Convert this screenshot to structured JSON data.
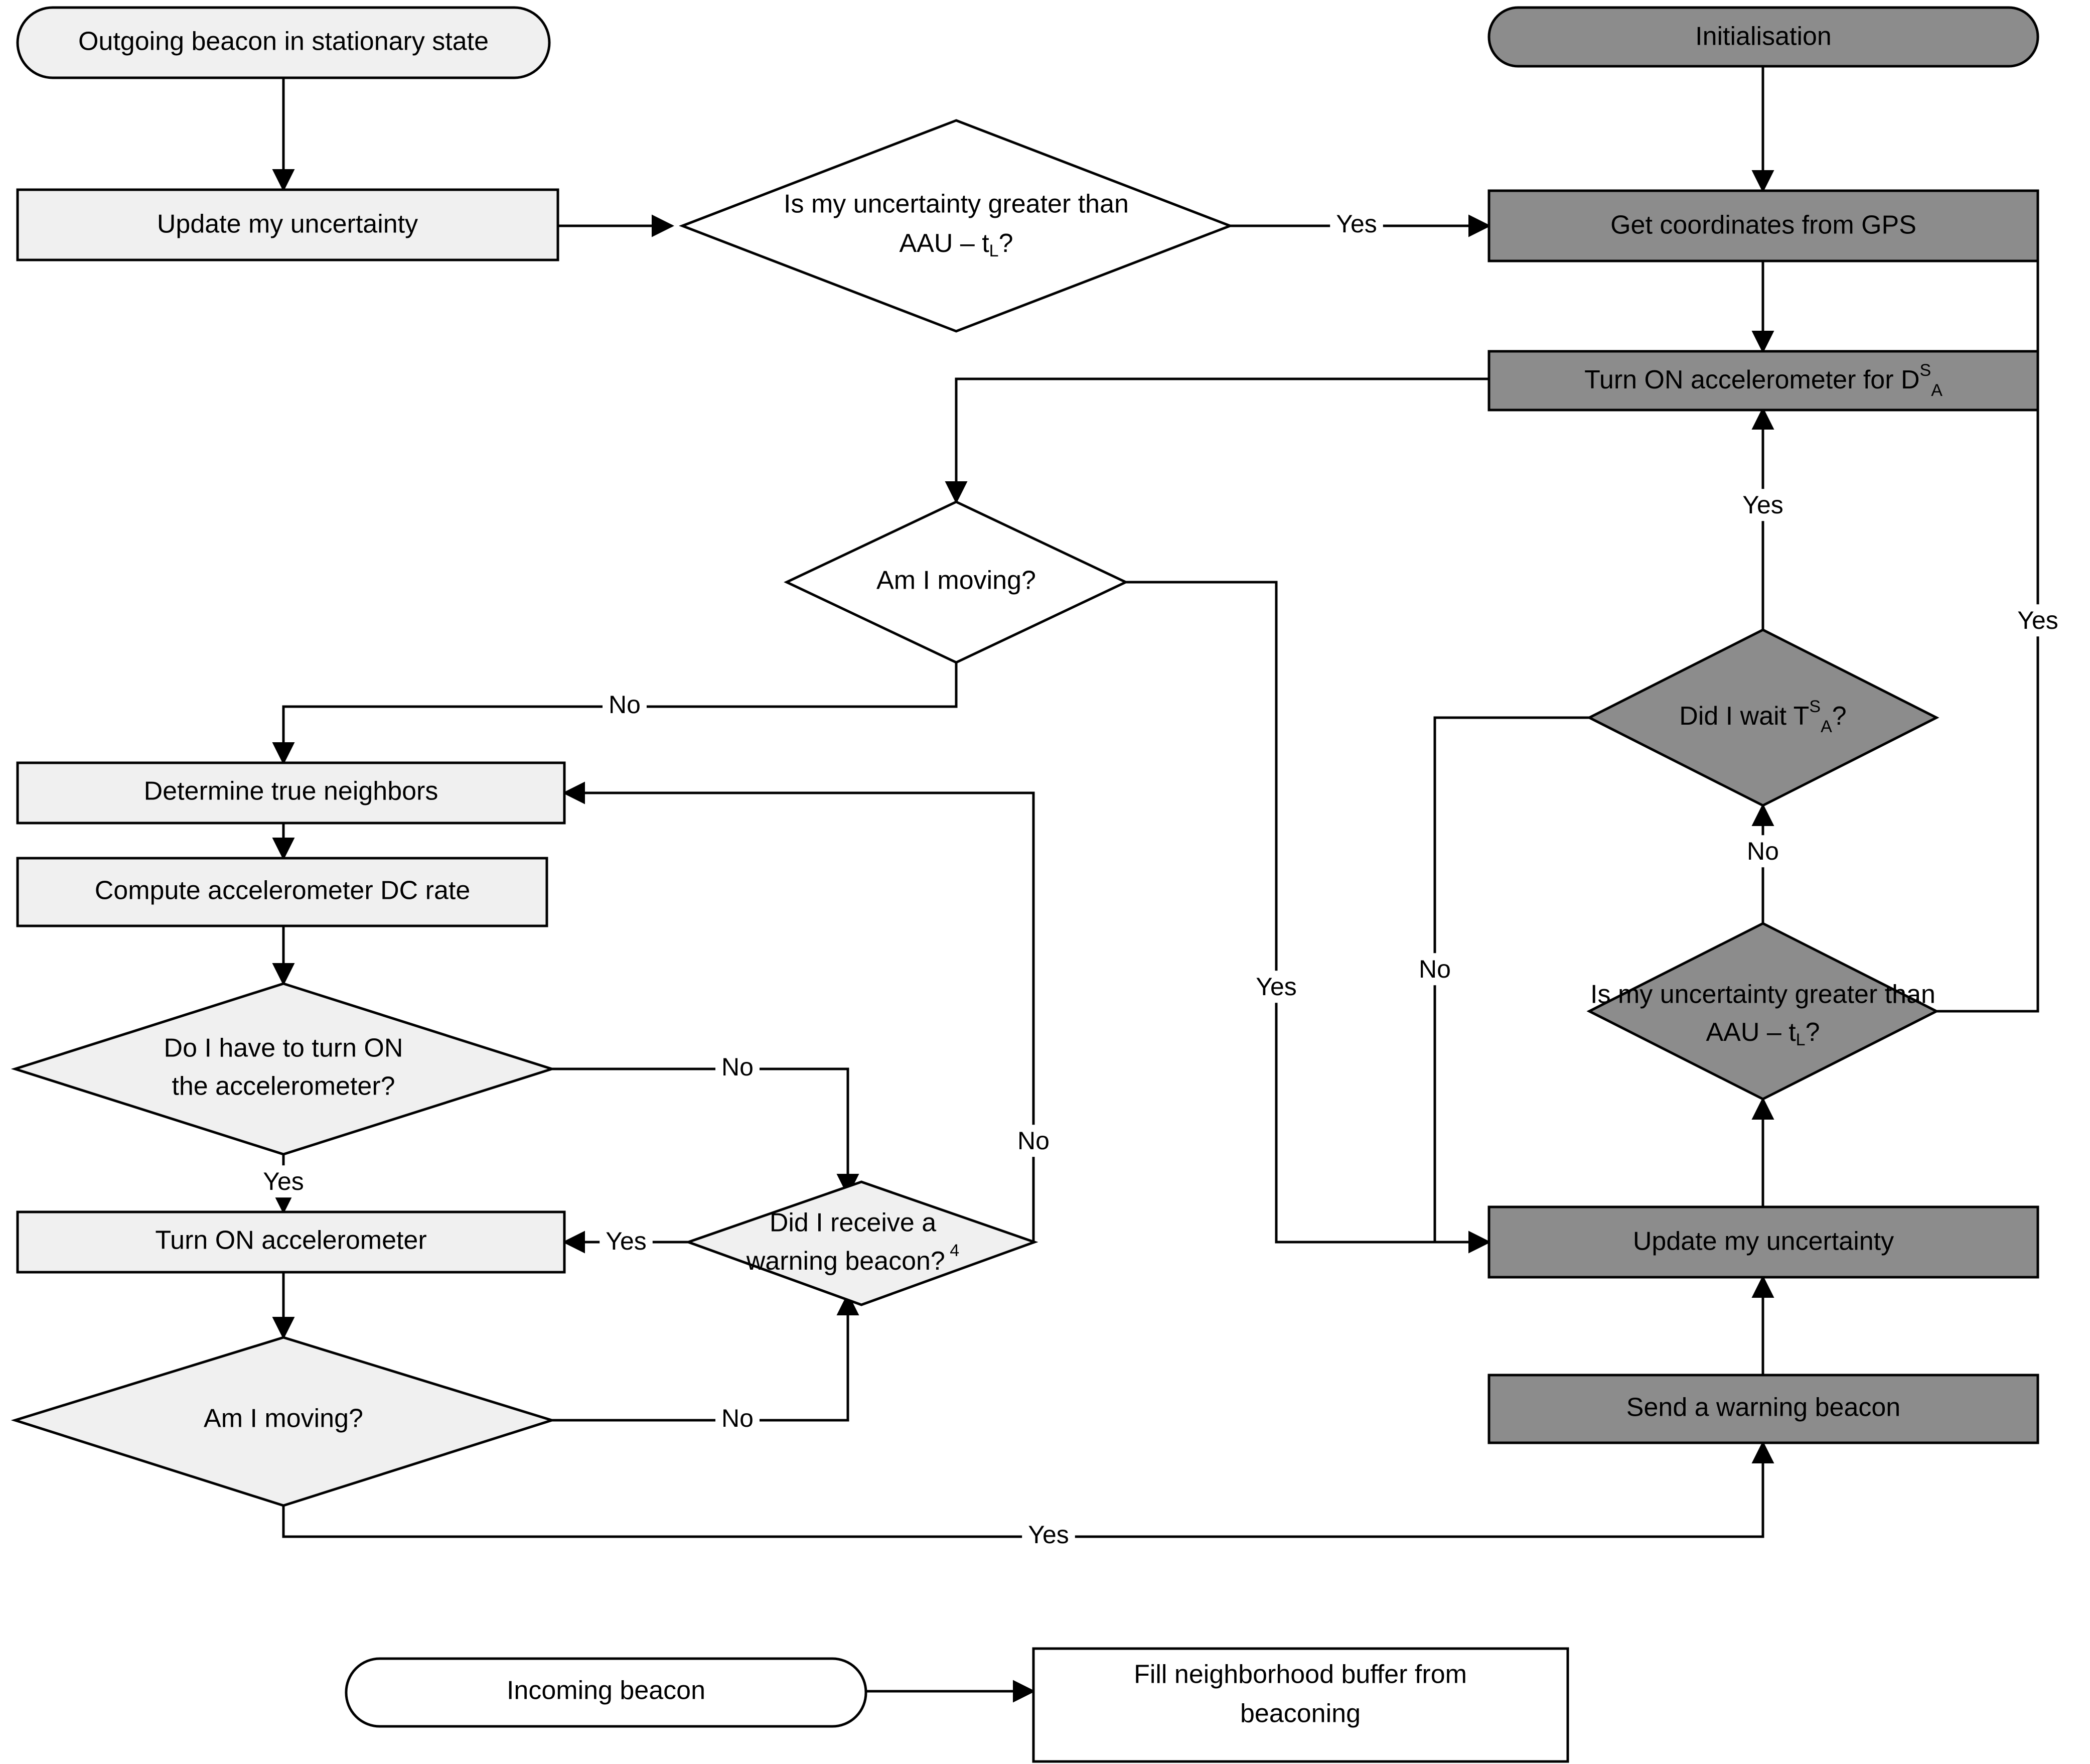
{
  "diagram": {
    "title": "Beaconing and accelerometer duty-cycle flowchart",
    "colors": {
      "light_fill": "#f0f0f0",
      "dark_fill": "#8c8c8c",
      "white_fill": "#ffffff",
      "stroke": "#000000"
    },
    "nodes": [
      {
        "id": "outgoing_beacon",
        "label": "Outgoing beacon in stationary state",
        "shape": "rounded",
        "fill": "light"
      },
      {
        "id": "update_uncertainty_l",
        "label": "Update my uncertainty",
        "shape": "rect",
        "fill": "light"
      },
      {
        "id": "uncert_decision_l",
        "label": "Is my uncertainty greater than",
        "label2": "AAU – t",
        "sub2": "L",
        "tail2": "?",
        "shape": "diamond",
        "fill": "white"
      },
      {
        "id": "initialisation",
        "label": "Initialisation",
        "shape": "rounded",
        "fill": "dark"
      },
      {
        "id": "get_gps",
        "label": "Get coordinates from GPS",
        "shape": "rect",
        "fill": "dark"
      },
      {
        "id": "turn_on_accel_d",
        "label": "Turn ON accelerometer for D",
        "sup": "S",
        "sub": "A",
        "shape": "rect",
        "fill": "dark"
      },
      {
        "id": "am_i_moving_top",
        "label": "Am I moving?",
        "shape": "diamond",
        "fill": "white"
      },
      {
        "id": "did_i_wait",
        "label": "Did I wait T",
        "sup": "S",
        "sub": "A",
        "tail": "?",
        "shape": "diamond",
        "fill": "dark"
      },
      {
        "id": "uncert_decision_r",
        "label": "Is my uncertainty greater than",
        "label2": "AAU – t",
        "sub2": "L",
        "tail2": "?",
        "shape": "diamond",
        "fill": "dark"
      },
      {
        "id": "determine_neighbors",
        "label": "Determine true neighbors",
        "shape": "rect",
        "fill": "light"
      },
      {
        "id": "compute_dc_rate",
        "label": "Compute accelerometer DC rate",
        "shape": "rect",
        "fill": "light"
      },
      {
        "id": "turn_on_q",
        "label": "Do I have to turn ON",
        "label2": "the accelerometer?",
        "shape": "diamond",
        "fill": "light"
      },
      {
        "id": "turn_on_accel",
        "label": "Turn ON accelerometer",
        "shape": "rect",
        "fill": "light"
      },
      {
        "id": "warning_beacon_q",
        "label": "Did I receive a",
        "label2": "warning beacon?",
        "sup2": "4",
        "shape": "diamond",
        "fill": "light"
      },
      {
        "id": "am_i_moving_bottom",
        "label": "Am I moving?",
        "shape": "diamond",
        "fill": "light"
      },
      {
        "id": "update_uncertainty_r",
        "label": "Update my uncertainty",
        "shape": "rect",
        "fill": "dark"
      },
      {
        "id": "send_warning",
        "label": "Send a warning beacon",
        "shape": "rect",
        "fill": "dark"
      },
      {
        "id": "incoming_beacon",
        "label": "Incoming beacon",
        "shape": "rounded",
        "fill": "white"
      },
      {
        "id": "fill_buffer",
        "label": "Fill neighborhood buffer from",
        "label2": "beaconing",
        "shape": "rect",
        "fill": "white"
      }
    ],
    "edge_labels": {
      "uncert_l_yes": "Yes",
      "did_i_wait_yes": "Yes",
      "did_i_wait_no": "No",
      "uncert_r_yes": "Yes",
      "uncert_r_no": "No",
      "am_i_moving_top_no": "No",
      "am_i_moving_top_yes": "Yes",
      "turn_on_q_no": "No",
      "turn_on_q_yes": "Yes",
      "warning_q_yes": "Yes",
      "warning_q_no": "No",
      "am_i_moving_bot_no": "No",
      "am_i_moving_bot_yes": "Yes"
    }
  }
}
